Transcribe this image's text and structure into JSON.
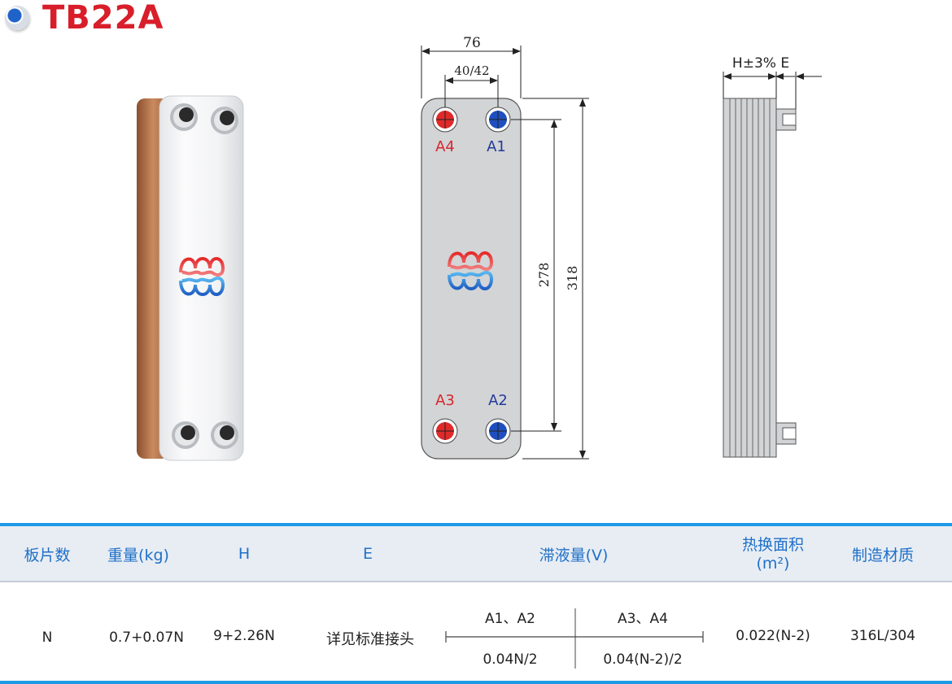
{
  "title": "TB22A",
  "drawing": {
    "dim_width": "76",
    "dim_port_spacing": "40/42",
    "dim_port_height": "278",
    "dim_total_height": "318",
    "dim_side": "H±3% E",
    "ports": [
      "A4",
      "A1",
      "A3",
      "A2"
    ],
    "colors": {
      "hot": "#e02a2a",
      "cold": "#1f4fbf",
      "plate": "#d2d4d6",
      "copper": "#b5724a"
    }
  },
  "table": {
    "headers": {
      "plates": "板片数",
      "weight": "重量(kg)",
      "h": "H",
      "e": "E",
      "volume": "滞液量(V)",
      "area_line1": "热换面积",
      "area_line2": "(m²)",
      "material": "制造材质"
    },
    "row": {
      "plates": "N",
      "weight": "0.7+0.07N",
      "h": "9+2.26N",
      "e": "详见标准接头",
      "vol_a12": "A1、A2",
      "vol_a34": "A3、A4",
      "vol_a12_val": "0.04N/2",
      "vol_a34_val": "0.04(N-2)/2",
      "area": "0.022(N-2)",
      "material": "316L/304"
    },
    "accent_color": "#1e9be6"
  }
}
